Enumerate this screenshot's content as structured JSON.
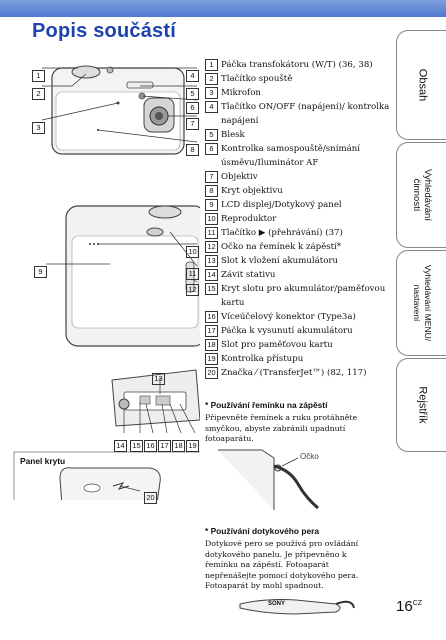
{
  "header": {
    "title": "Popis součástí"
  },
  "side_tabs": [
    {
      "label": "Obsah"
    },
    {
      "label": "Vyhledávání činností"
    },
    {
      "label": "Vyhledávání MENU/ nastavení"
    },
    {
      "label": "Rejstřík"
    }
  ],
  "parts": [
    {
      "num": "1",
      "text": "Páčka transfokátoru (W/T) (36, 38)"
    },
    {
      "num": "2",
      "text": "Tlačítko spouště"
    },
    {
      "num": "3",
      "text": "Mikrofon"
    },
    {
      "num": "4",
      "text": "Tlačítko ON/OFF (napájení)/ kontrolka napájení"
    },
    {
      "num": "5",
      "text": "Blesk"
    },
    {
      "num": "6",
      "text": "Kontrolka samospouště/snímání úsměvu/Iluminátor AF"
    },
    {
      "num": "7",
      "text": "Objektiv"
    },
    {
      "num": "8",
      "text": "Kryt objektivu"
    },
    {
      "num": "9",
      "text": "LCD displej/Dotykový panel"
    },
    {
      "num": "10",
      "text": "Reproduktor"
    },
    {
      "num": "11",
      "text": "Tlačítko ▶ (přehrávání) (37)"
    },
    {
      "num": "12",
      "text": "Očko na řemínek k zápěstí*"
    },
    {
      "num": "13",
      "text": "Slot k vložení akumulátoru"
    },
    {
      "num": "14",
      "text": "Závit stativu"
    },
    {
      "num": "15",
      "text": "Kryt slotu pro akumulátor/paměťovou kartu"
    },
    {
      "num": "16",
      "text": "Víceúčelový konektor (Type3a)"
    },
    {
      "num": "17",
      "text": "Páčka k vysunutí akumulátoru"
    },
    {
      "num": "18",
      "text": "Slot pro paměťovou kartu"
    },
    {
      "num": "19",
      "text": "Kontrolka přístupu"
    },
    {
      "num": "20",
      "text": "Značka ⁄ (TransferJet™) (82, 117)"
    }
  ],
  "strap_note": {
    "heading": "* Používání řemínku na zápěstí",
    "body": "Připevněte řemínek a ruku protáhněte smyčkou, abyste zabránili upadnutí fotoaparátu.",
    "label": "Očko"
  },
  "pen_note": {
    "heading": "* Používání dotykového pera",
    "body": "Dotykové pero se používá pro ovládání dotykového panelu. Je připevněno k řemínku na zápěstí. Fotoaparát nepřenášejte pomocí dotykového pera. Fotoaparát by mohl spadnout.",
    "pen_brand": "SONY"
  },
  "panel_caption": "Panel krytu",
  "callouts": {
    "c1": "1",
    "c2": "2",
    "c3": "3",
    "c4": "4",
    "c5": "5",
    "c6": "6",
    "c7": "7",
    "c8": "8",
    "c9": "9",
    "c10": "10",
    "c11": "11",
    "c12": "12",
    "c13": "13",
    "c14": "14",
    "c15": "15",
    "c16": "16",
    "c17": "17",
    "c18": "18",
    "c19": "19",
    "c20": "20"
  },
  "page": {
    "number": "16",
    "suffix": "CZ"
  }
}
